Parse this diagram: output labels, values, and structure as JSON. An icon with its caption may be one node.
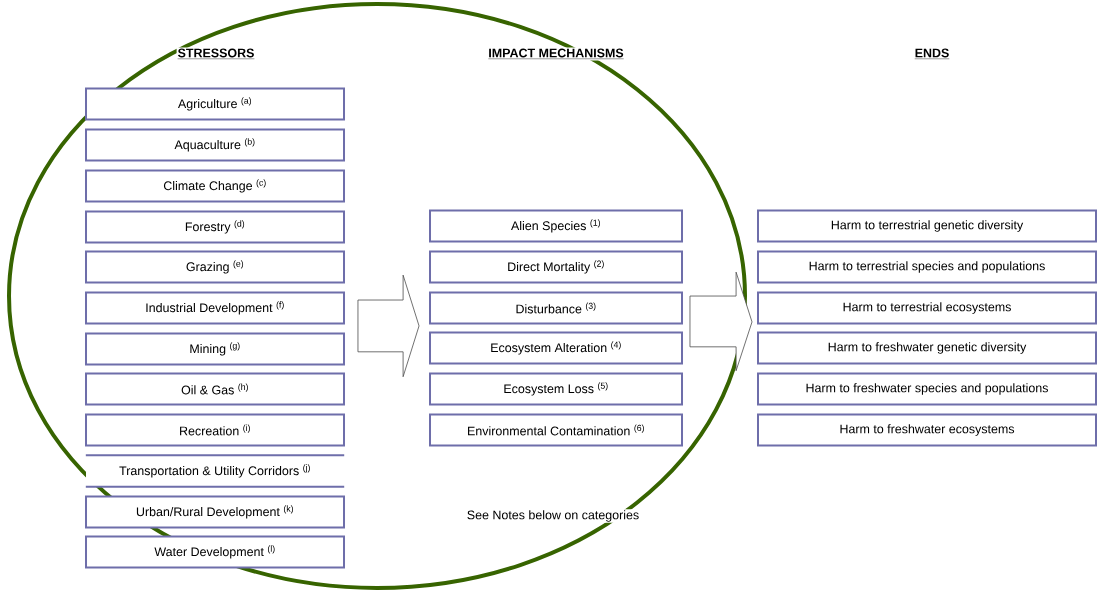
{
  "diagram": {
    "nodes": [
      {
        "text": [
          "Agriculture $^{(a)}$"
        ]
      },
      {
        "text": [
          "Aquaculture $^{(b)}$"
        ]
      },
      {
        "text": [
          "Climate Change $^{(c)}$"
        ]
      },
      {
        "text": [
          "Forestry $^{(d)}$"
        ]
      },
      {
        "text": [
          "Grazing $^{(e)}$"
        ]
      },
      {
        "text": [
          "Industrial Development $^{(f)}$"
        ]
      },
      {
        "text": [
          "Mining $^{(g)}$"
        ]
      },
      {
        "text": [
          "Oil & Gas $^{(h)}$"
        ]
      },
      {
        "text": [
          "Recreation $^{(i)}$"
        ]
      },
      {
        "text": [
          "Transportation & Utility Corridors $^{(j)}$"
        ]
      },
      {
        "text": [
          "Urban/Rural Development $^{(k)}$"
        ]
      },
      {
        "text": [
          "Water Development $^{(l)}$"
        ]
      },
      {
        "text": [
          "Alien Species $^{(1)}$"
        ]
      },
      {
        "text": [
          "Direct Mortality $^{(2)}$"
        ]
      },
      {
        "text": [
          "Disturbance $^{(3)}$"
        ]
      },
      {
        "text": [
          "Ecosystem Alteration $^{(4)}$"
        ]
      },
      {
        "text": [
          "Ecosystem Loss $^{(5)}$"
        ]
      },
      {
        "text": [
          "Environmental Contamination $^{(6)}$"
        ]
      },
      {
        "text": [
          "Harm to terrestrial genetic diversity"
        ]
      },
      {
        "text": [
          "Harm to terrestrial species and populations"
        ]
      },
      {
        "text": [
          "Harm to terrestrial ecosystems"
        ]
      },
      {
        "text": [
          "Harm to freshwater genetic diversity"
        ]
      },
      {
        "text": [
          "Harm to freshwater species and populations"
        ]
      },
      {
        "text": [
          "Harm to freshwater ecosystems"
        ]
      }
    ],
    "edges": [
      {
        "from": 5,
        "to": 14,
        "arrow": "to"
      },
      {
        "from": 14,
        "to": 20,
        "arrow": "to"
      }
    ],
    "labels": [
      "STRESSORS",
      "IMPACT MECHANISMS",
      "ENDS",
      "See Notes below on categories"
    ]
  }
}
